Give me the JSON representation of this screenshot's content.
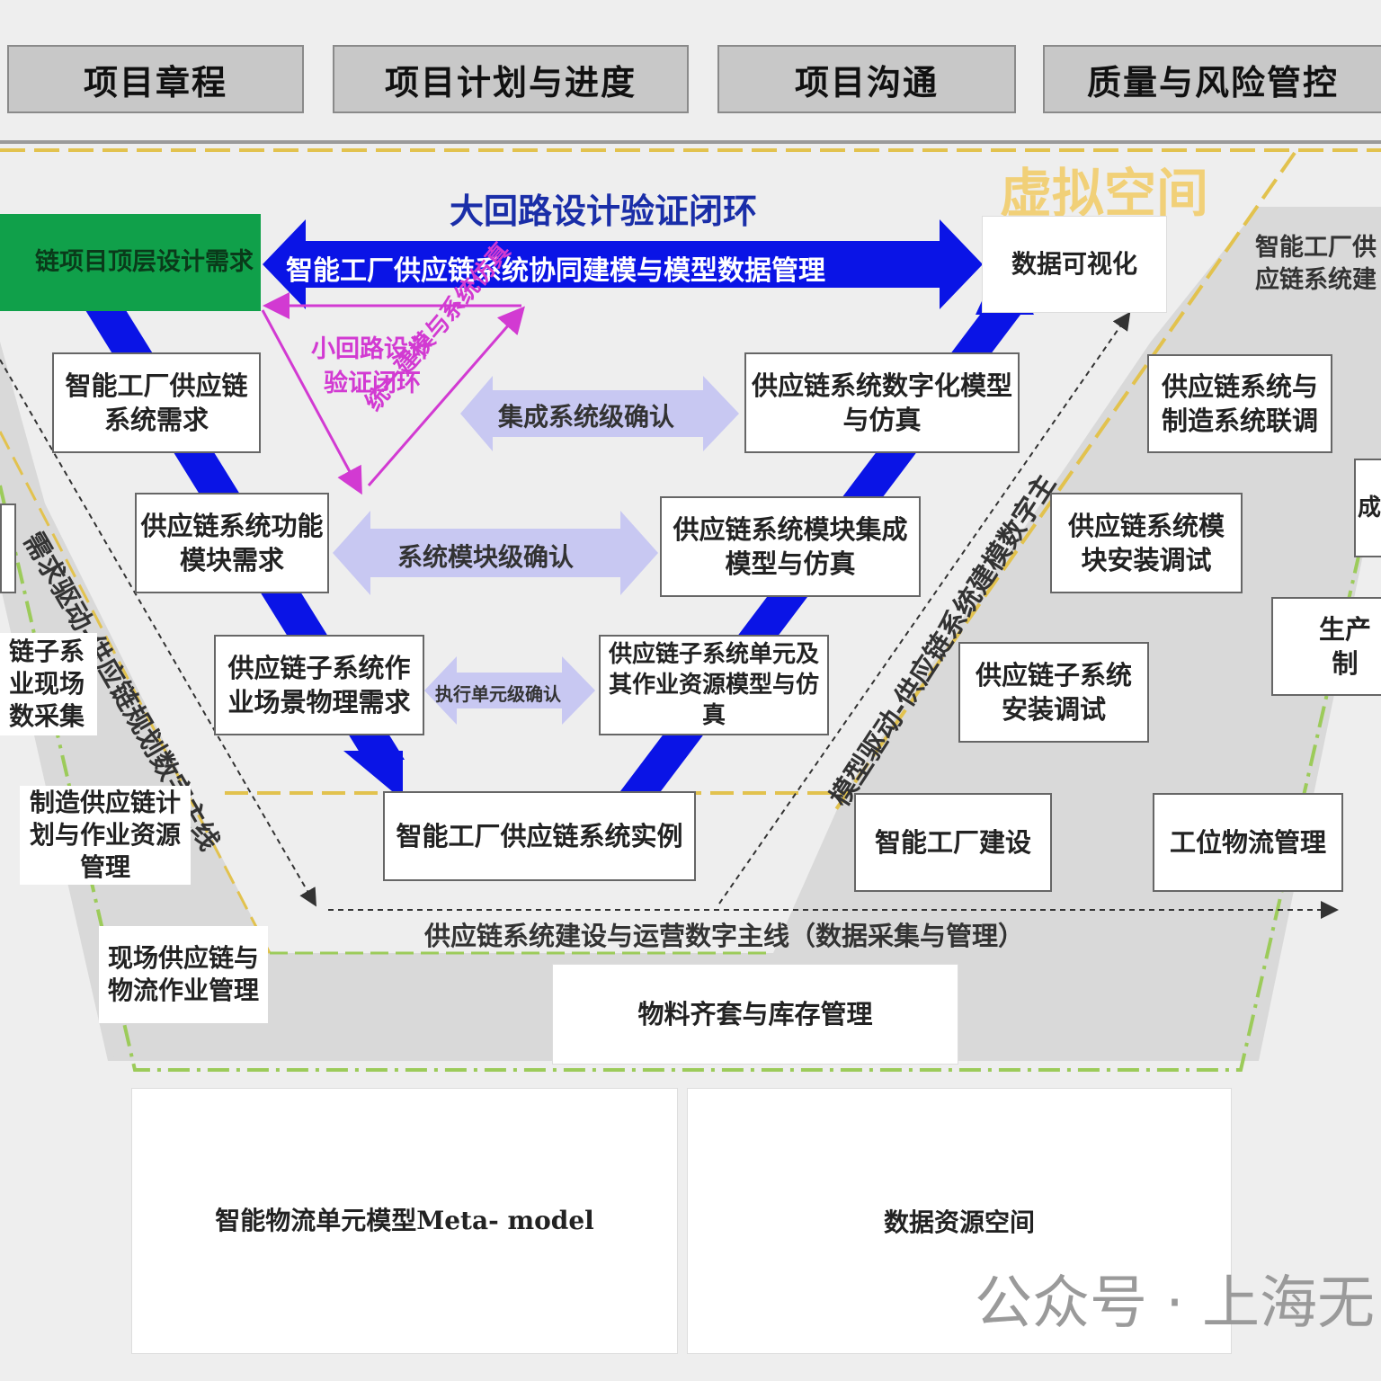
{
  "header": {
    "tabs": [
      {
        "label": "项目章程"
      },
      {
        "label": "项目计划与进度"
      },
      {
        "label": "项目沟通"
      },
      {
        "label": "质量与风险管控"
      }
    ]
  },
  "virtual_space": {
    "title": "虚拟空间",
    "big_loop": "大回路设计验证闭环",
    "main_arrow": "智能工厂供应链系统协同建模与模型数据管理",
    "top_req": "链项目顶层设计需求",
    "data_vis": "数据可视化",
    "small_loop_line1": "小回路设计",
    "small_loop_line2": "验证闭环",
    "unified_modeling": "统一建模与系统仿真"
  },
  "left_boxes": {
    "system_req": "智能工厂供应链系统需求",
    "module_req": "供应链系统功能模块需求",
    "subsystem_req": "供应链子系统作业场景物理需求"
  },
  "right_boxes": {
    "digital_model": "供应链系统数字化模型与仿真",
    "module_model": "供应链系统模块集成模型与仿真",
    "unit_model": "供应链子系统单元及其作业资源模型与仿真"
  },
  "instance": "智能工厂供应链系统实例",
  "confirmations": {
    "integrated": "集成系统级确认",
    "module": "系统模块级确认",
    "unit": "执行单元级确认"
  },
  "threads": {
    "left_diag": "需求驱动-供应链规划数字主线",
    "right_diag": "模型驱动-供应链系统建模数字主",
    "bottom": "供应链系统建设与运营数字主线（数据采集与管理）"
  },
  "physical_left": {
    "field_collect": "链子系业现场数采集",
    "plan_resources": "制造供应链计划与作业资源管理",
    "onsite_logistics": "现场供应链与物流作业管理"
  },
  "physical_right": {
    "top_right_label": "智能工厂供应链系统建",
    "joint_debug": "供应链系统与制造系统联调",
    "module_install": "供应链系统模块安装调试",
    "subsystem_install": "供应链子系统安装调试",
    "factory_build": "智能工厂建设",
    "station_logistics": "工位物流管理",
    "production": "生产制",
    "cheng": "成"
  },
  "material_mgmt": "物料齐套与库存管理",
  "bottom_panels": {
    "meta_model": "智能物流单元模型Meta- model",
    "data_space": "数据资源空间"
  },
  "watermark": "公众号 · 上海无",
  "colors": {
    "arrow_blue": "#0a14e6",
    "green_box": "#10a04a",
    "magenta": "#d23ad2",
    "confirm_lavender": "#c8c8f2",
    "dash_yellow": "#e2c24e",
    "dash_green": "#9ccb5a",
    "virtual_title": "#f1d078",
    "loop_title": "#1a2ea8"
  }
}
